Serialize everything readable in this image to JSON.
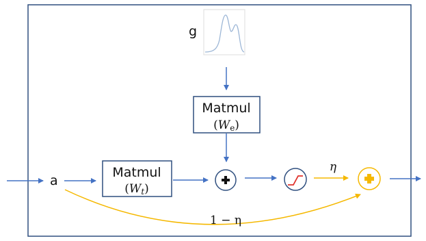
{
  "inputs": {
    "g_label": "g",
    "a_label": "a"
  },
  "boxes": {
    "matmul_e": {
      "title": "Matmul",
      "weight_prefix": "(",
      "weight_symbol": "W",
      "weight_sub": "e",
      "weight_suffix": ")"
    },
    "matmul_t": {
      "title": "Matmul",
      "weight_prefix": "(",
      "weight_symbol": "W",
      "weight_sub": "t",
      "weight_suffix": ")"
    }
  },
  "edges": {
    "eta_label": "η",
    "one_minus_eta_label": "1 − η"
  },
  "colors": {
    "frame": "#2f4f7f",
    "blue": "#4472c4",
    "yellow": "#f5b800",
    "curve": "#9cb6d6"
  },
  "icons": [
    "distribution-plot-icon",
    "add-operator-icon",
    "activation-function-icon",
    "weighted-add-operator-icon"
  ]
}
